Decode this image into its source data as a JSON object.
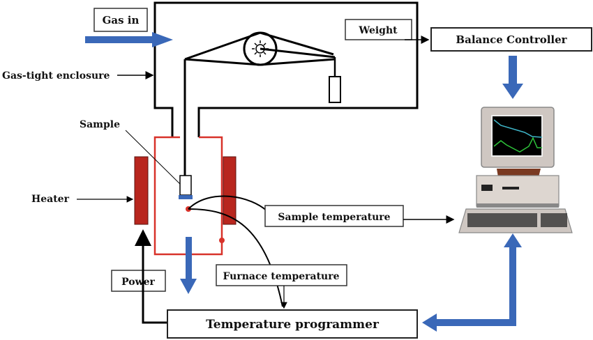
{
  "labels": {
    "gas_in": "Gas in",
    "weight": "Weight",
    "balance_controller": "Balance Controller",
    "gas_tight_enclosure": "Gas-tight enclosure",
    "sample": "Sample",
    "heater": "Heater",
    "sample_temperature": "Sample temperature",
    "furnace_temperature": "Furnace temperature",
    "power": "Power",
    "temperature_programmer": "Temperature programmer"
  },
  "colors": {
    "flow_arrow": "#3a68b8",
    "furnace": "#d8322a",
    "heater": "#b8261e",
    "line": "#000000",
    "screen_curve_1": "#3fb5c8",
    "screen_curve_2": "#2ec43a"
  }
}
